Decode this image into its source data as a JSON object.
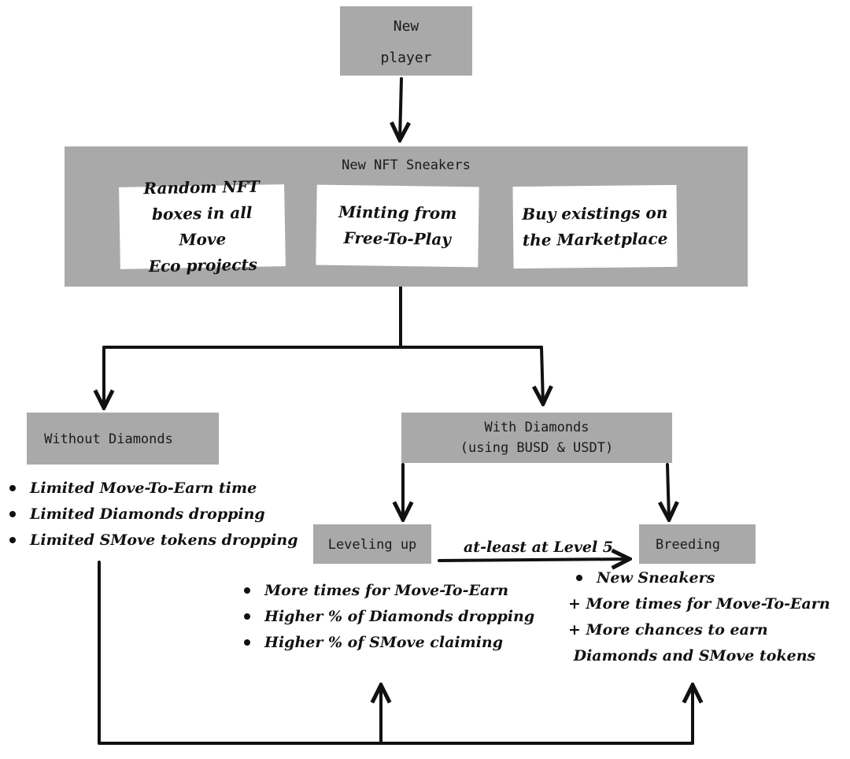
{
  "new_player": {
    "line1": "New",
    "line2": "player"
  },
  "nft_sneakers": {
    "title": "New NFT Sneakers",
    "sources": [
      {
        "line1": "Random NFT",
        "line2": "boxes in all Move",
        "line3": "Eco projects"
      },
      {
        "line1": "Minting from",
        "line2": "Free-To-Play"
      },
      {
        "line1": "Buy existings on",
        "line2": "the Marketplace"
      }
    ]
  },
  "without_diamonds": {
    "title": "Without Diamonds",
    "points": [
      "Limited Move-To-Earn time",
      "Limited Diamonds dropping",
      "Limited SMove tokens dropping"
    ]
  },
  "with_diamonds": {
    "line1": "With Diamonds",
    "line2": "(using BUSD & USDT)"
  },
  "leveling_up": {
    "title": "Leveling up",
    "benefits": [
      "More times for Move-To-Earn",
      "Higher % of Diamonds dropping",
      "Higher % of SMove claiming"
    ]
  },
  "level_condition": "at-least at Level 5",
  "breeding": {
    "title": "Breeding",
    "first_benefit": "New Sneakers",
    "more_benefits": [
      "+ More times for Move-To-Earn",
      "+ More chances to earn",
      " Diamonds and SMove tokens"
    ]
  }
}
